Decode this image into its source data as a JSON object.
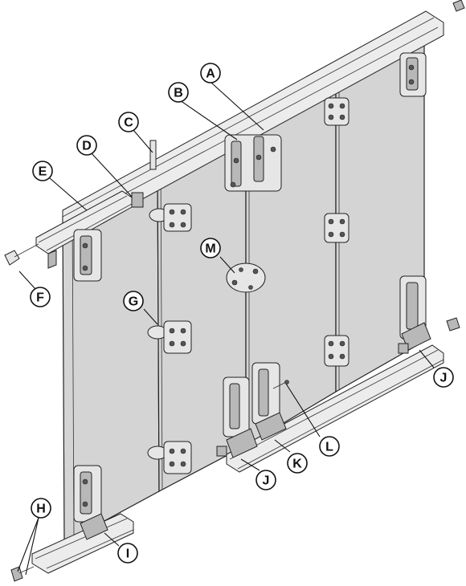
{
  "diagram": {
    "colors": {
      "panel_fill": "#d4d4d4",
      "panel_highlight": "#e2e2e2",
      "rail_fill": "#ececec",
      "rail_dark": "#b8b8b8",
      "outline": "#222222",
      "background": "#ffffff"
    },
    "callouts": [
      {
        "id": "A",
        "label": "A"
      },
      {
        "id": "B",
        "label": "B"
      },
      {
        "id": "C",
        "label": "C"
      },
      {
        "id": "D",
        "label": "D"
      },
      {
        "id": "E",
        "label": "E"
      },
      {
        "id": "F",
        "label": "F"
      },
      {
        "id": "G",
        "label": "G"
      },
      {
        "id": "H",
        "label": "H"
      },
      {
        "id": "I",
        "label": "I"
      },
      {
        "id": "J1",
        "label": "J"
      },
      {
        "id": "J2",
        "label": "J"
      },
      {
        "id": "K",
        "label": "K"
      },
      {
        "id": "L",
        "label": "L"
      },
      {
        "id": "M",
        "label": "M"
      }
    ]
  }
}
